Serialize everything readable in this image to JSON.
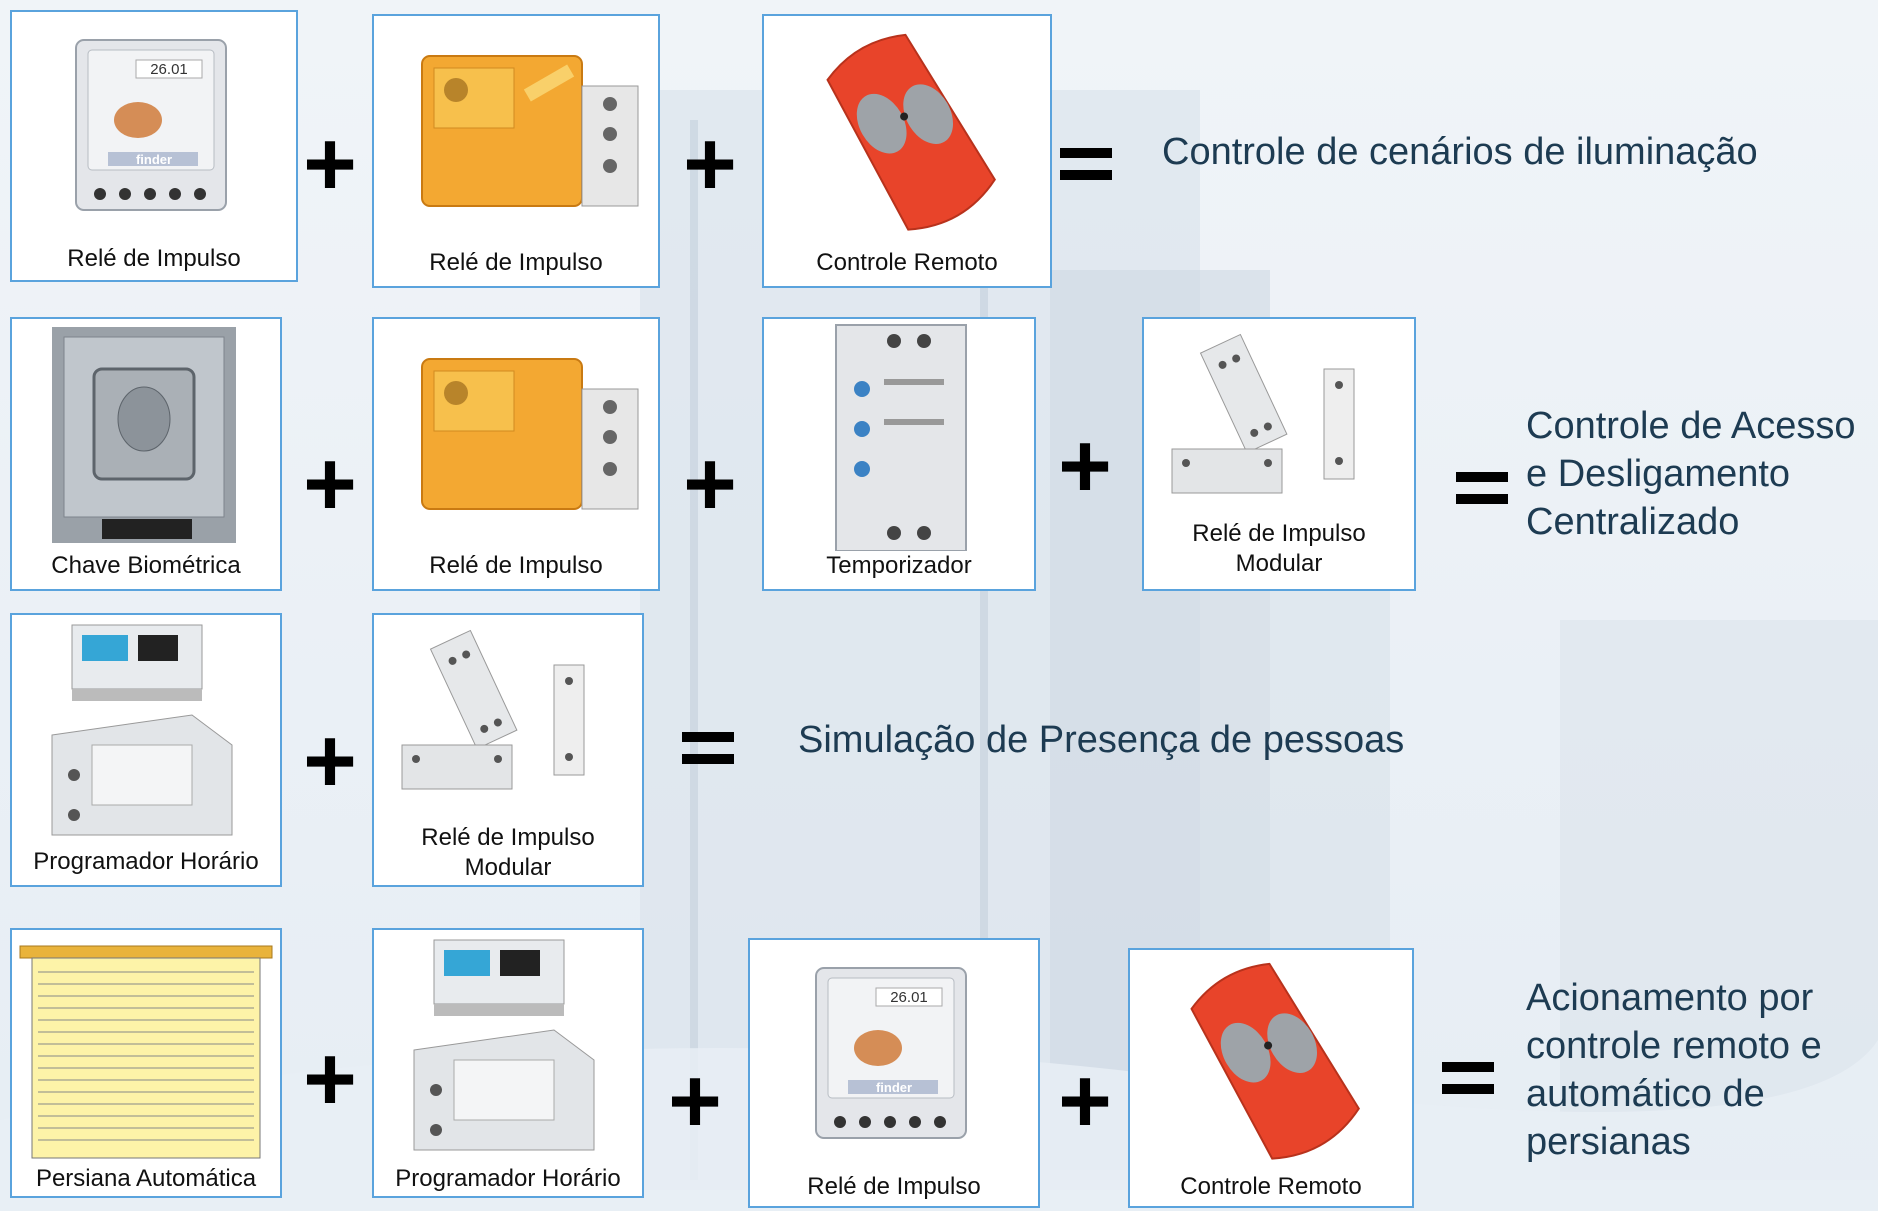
{
  "rows": [
    {
      "items": [
        {
          "caption": "Relé de Impulso",
          "icon": "socket-relay-icon"
        },
        {
          "caption": "Relé de Impulso",
          "icon": "orange-relay-icon"
        },
        {
          "caption": "Controle Remoto",
          "icon": "remote-control-icon"
        }
      ],
      "result": "Controle de cenários de iluminação"
    },
    {
      "items": [
        {
          "caption": "Chave Biométrica",
          "icon": "biometric-key-icon"
        },
        {
          "caption": "Relé de Impulso",
          "icon": "orange-relay-icon"
        },
        {
          "caption": "Temporizador",
          "icon": "timer-icon"
        },
        {
          "caption_line1": "Relé de Impulso",
          "caption_line2": "Modular",
          "icon": "modular-relay-icon"
        }
      ],
      "result_line1": "Controle de Acesso",
      "result_line2": "e Desligamento",
      "result_line3": "Centralizado"
    },
    {
      "items": [
        {
          "caption": "Programador Horário",
          "icon": "time-programmer-icon"
        },
        {
          "caption_line1": "Relé de Impulso",
          "caption_line2": "Modular",
          "icon": "modular-relay-icon"
        }
      ],
      "result": "Simulação de Presença de pessoas"
    },
    {
      "items": [
        {
          "caption": "Persiana Automática",
          "icon": "blind-icon"
        },
        {
          "caption": "Programador Horário",
          "icon": "time-programmer-icon"
        },
        {
          "caption": "Relé de Impulso",
          "icon": "socket-relay-icon"
        },
        {
          "caption": "Controle Remoto",
          "icon": "remote-control-icon"
        }
      ],
      "result_line1": "Acionamento por",
      "result_line2": "controle remoto e",
      "result_line3": "automático de",
      "result_line4": "persianas"
    }
  ],
  "device_text": {
    "relay_display": "26.01",
    "brand": "finder"
  },
  "colors": {
    "border": "#5aa3dd",
    "remote": "#e8442a",
    "relay_orange": "#f3a832",
    "blind": "#fdf3a8",
    "result_text": "#1d3b52"
  }
}
